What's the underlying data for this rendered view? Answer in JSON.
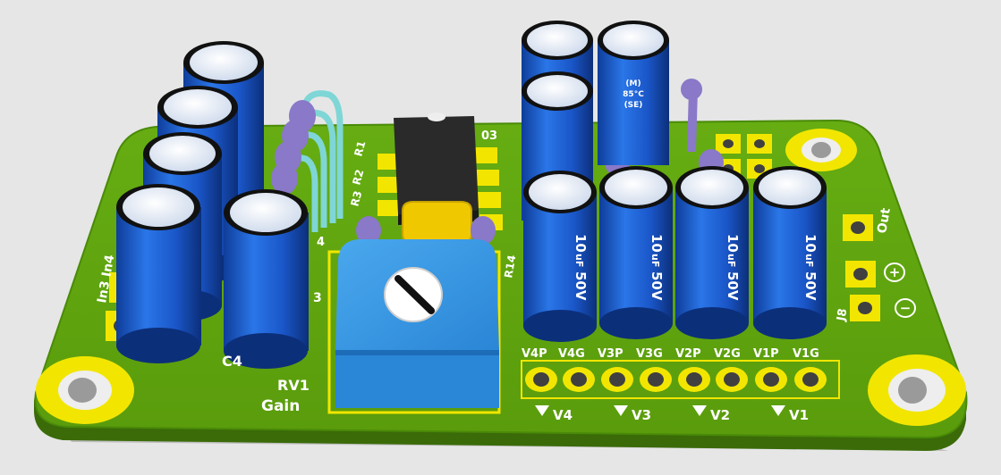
{
  "board": {
    "colors": {
      "background": "#e6e6e6",
      "pcb": "#5ea40c",
      "pcb_edge": "#3a6b08",
      "pad": "#f2e600",
      "capacitor": "#1e63d8",
      "capacitor_top": "#dfe9f5",
      "trimmer": "#2f8fe0",
      "resistor": "#8a78c8",
      "jumper": "#7fd6d6",
      "ic": "#2a2a2a",
      "yellow_cap": "#f0c800"
    },
    "silkscreen": {
      "rv1": "RV1",
      "gain": "Gain",
      "c4": "C4",
      "c3": "3",
      "r1": "R1",
      "r2": "R2",
      "r3": "R3",
      "r4": "4",
      "r14": "R14",
      "ic_label": "03",
      "in3in4": "In3 In4",
      "j8": "J8",
      "out": "Out",
      "plus": "+",
      "minus": "−",
      "header_top": [
        "V4P",
        "V4G",
        "V3P",
        "V3G",
        "V2P",
        "V2G",
        "V1P",
        "V1G"
      ],
      "header_bottom": [
        "V4",
        "V3",
        "V2",
        "V1"
      ],
      "cap_rating": [
        "10",
        "uF",
        "50V"
      ],
      "cap_top_marking": [
        "(M)",
        "85°C",
        "(SE)"
      ]
    }
  }
}
